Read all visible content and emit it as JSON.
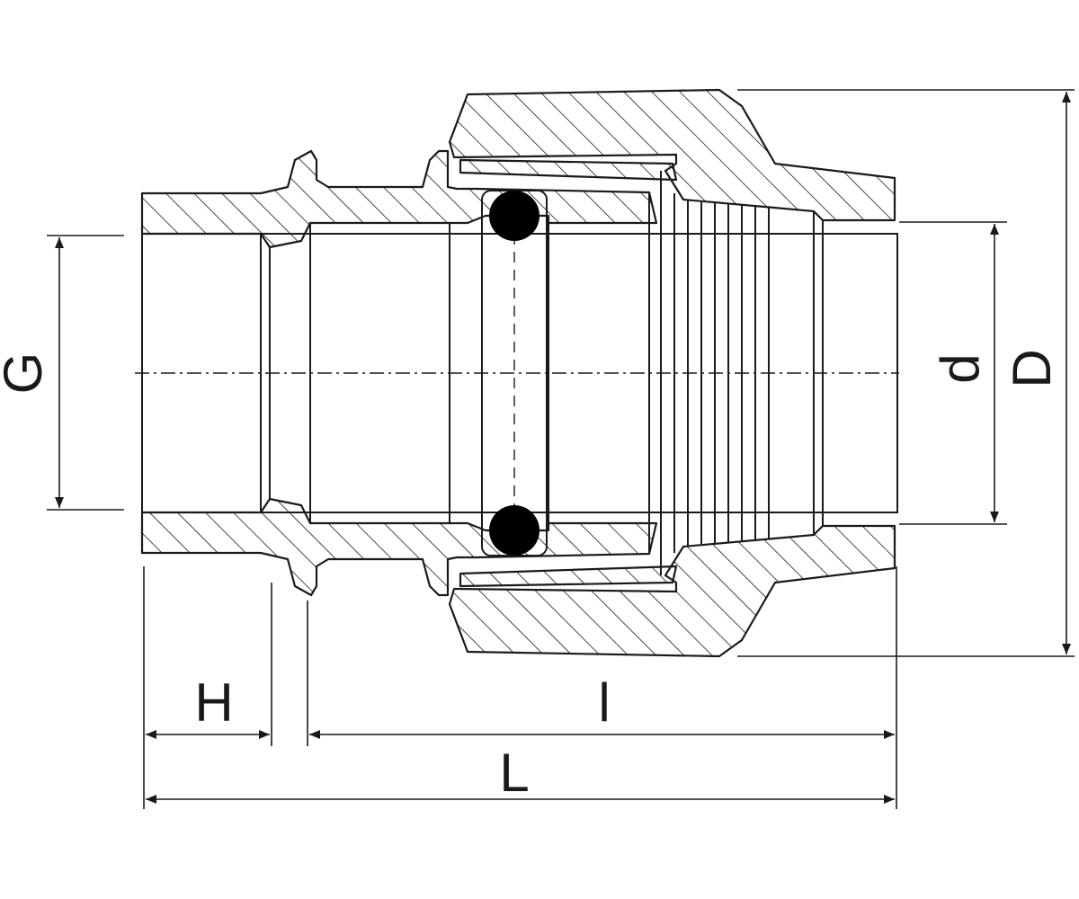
{
  "diagram": {
    "labels": {
      "G": "G",
      "H": "H",
      "l": "l",
      "L": "L",
      "d": "d",
      "D": "D"
    },
    "colors": {
      "line": "#1a1a1a",
      "oring": "#000000",
      "background": "#ffffff"
    }
  }
}
